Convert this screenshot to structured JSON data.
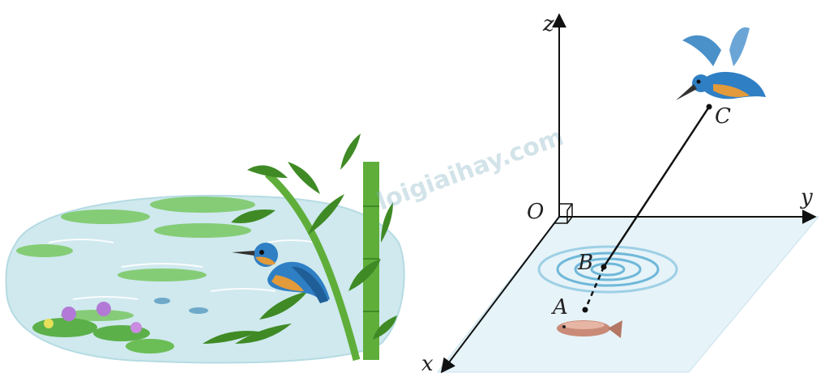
{
  "axes": {
    "x": "x",
    "y": "y",
    "z": "z"
  },
  "points": {
    "origin": "O",
    "a": "A",
    "b": "B",
    "c": "C"
  },
  "watermark": "loigiaihay.com",
  "illustrations": {
    "left": [
      "pond",
      "lily-pads",
      "water-flowers",
      "bamboo",
      "kingfisher-perched"
    ],
    "right": [
      "water-plane",
      "ripples",
      "fish",
      "kingfisher-flying"
    ]
  },
  "colors": {
    "water": "#cfe9ee",
    "plane": "#e6f3f8",
    "axis": "#111111",
    "bamboo": "#5fae3a",
    "kingfisher_blue": "#2f7fc4",
    "kingfisher_orange": "#e39a3a",
    "fish": "#c98b78"
  }
}
